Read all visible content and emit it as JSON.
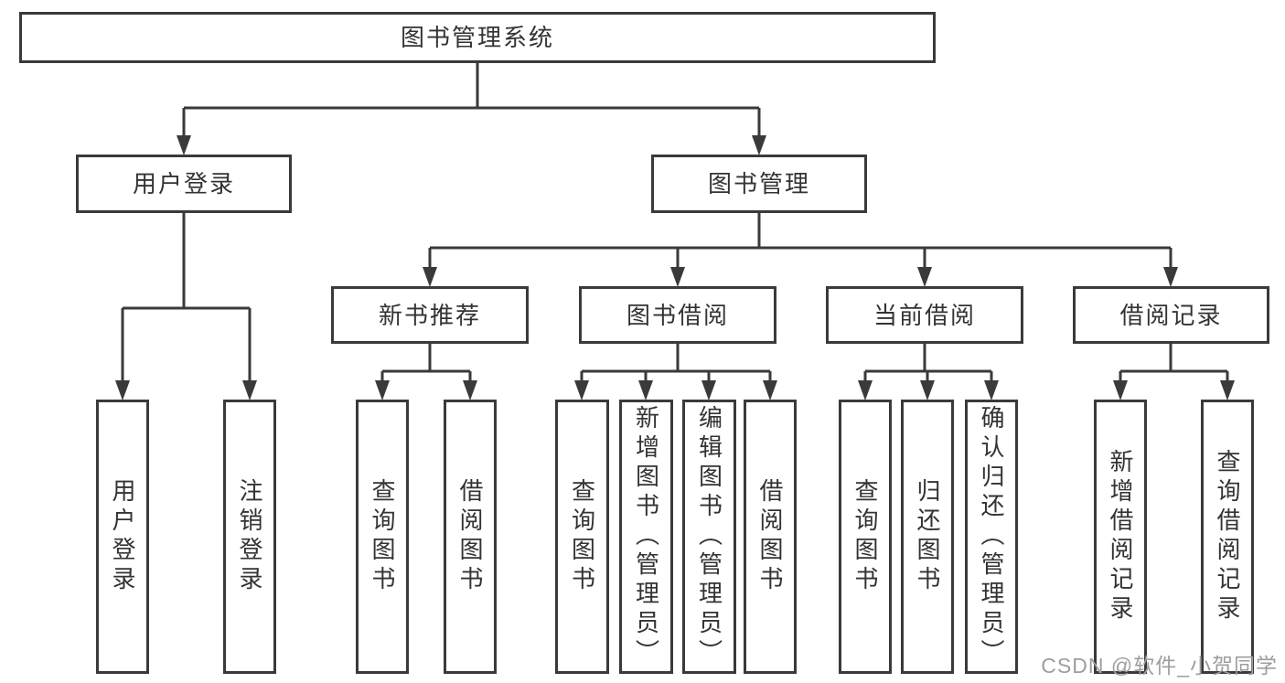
{
  "colors": {
    "line": "#3a3a3a",
    "text": "#333333",
    "watermark": "#9e9e9e",
    "background": "#ffffff"
  },
  "watermark": "CSDN @软件_小贺同学",
  "tree": {
    "root": "图书管理系统",
    "branches": [
      {
        "label": "用户登录",
        "children": [
          "用户登录",
          "注销登录"
        ]
      },
      {
        "label": "图书管理",
        "children": [
          {
            "label": "新书推荐",
            "children": [
              "查询图书",
              "借阅图书"
            ]
          },
          {
            "label": "图书借阅",
            "children": [
              "查询图书",
              "新增图书（管理员）",
              "编辑图书（管理员）",
              "借阅图书"
            ]
          },
          {
            "label": "当前借阅",
            "children": [
              "查询图书",
              "归还图书",
              "确认归还（管理员）"
            ]
          },
          {
            "label": "借阅记录",
            "children": [
              "新增借阅记录",
              "查询借阅记录"
            ]
          }
        ]
      }
    ]
  }
}
